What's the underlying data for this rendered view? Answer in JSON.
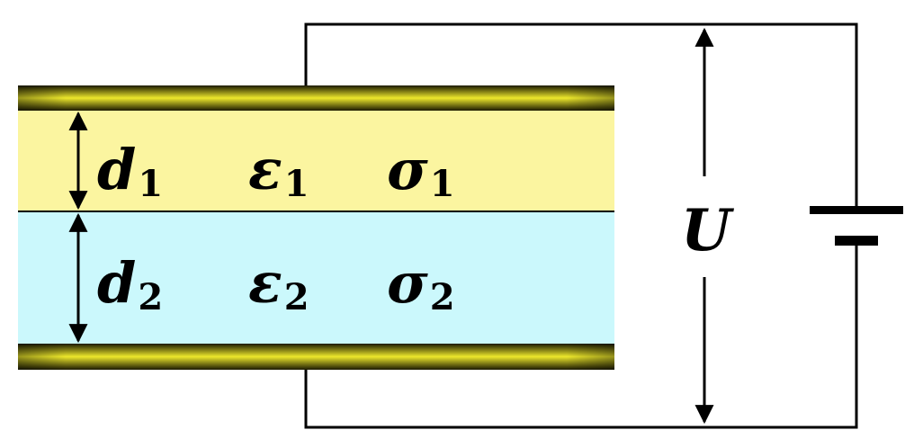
{
  "layers": [
    {
      "thickness_symbol": "d",
      "thickness_sub": "1",
      "permittivity_symbol": "ε",
      "permittivity_sub": "1",
      "conductivity_symbol": "σ",
      "conductivity_sub": "1",
      "color": "#fbf5a0"
    },
    {
      "thickness_symbol": "d",
      "thickness_sub": "2",
      "permittivity_symbol": "ε",
      "permittivity_sub": "2",
      "conductivity_symbol": "σ",
      "conductivity_sub": "2",
      "color": "#cbf8fc"
    }
  ],
  "voltage_label": "U",
  "colors": {
    "plate_edge": "#1c1a00",
    "plate_mid": "#ede82c",
    "wire": "#000000"
  }
}
